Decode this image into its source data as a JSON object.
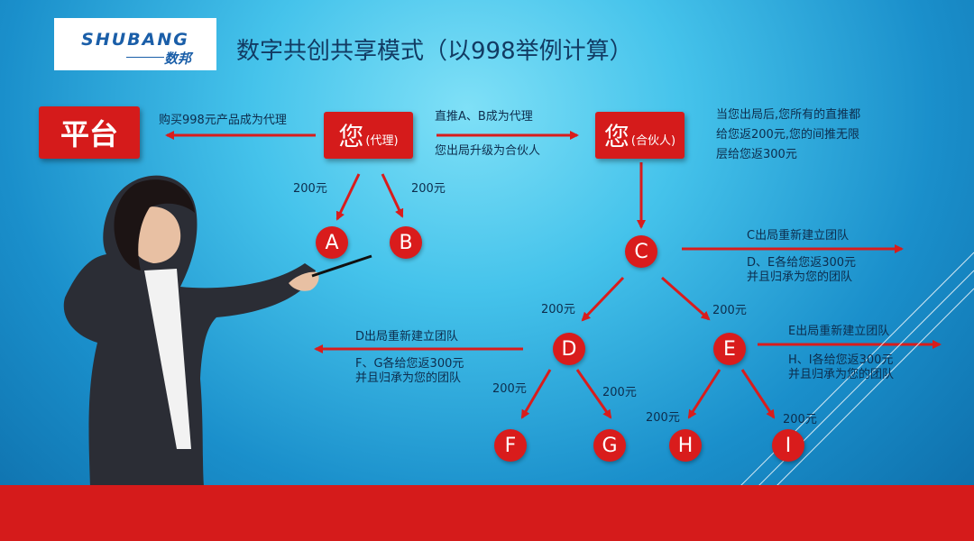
{
  "logo": {
    "en": "SHUBANG",
    "cn": "数邦"
  },
  "title": "数字共创共享模式（以998举例计算）",
  "platform": "平台",
  "you_agent": {
    "main": "您",
    "sub": "(代理)"
  },
  "you_partner": {
    "main": "您",
    "sub": "(合伙人)"
  },
  "buy_text": "购买998元产品成为代理",
  "push_text": "直推A、B成为代理",
  "upgrade_text": "您出局升级为合伙人",
  "partner_desc": [
    "当您出局后,您所有的直推都",
    "给您返200元,您的间推无限",
    "层给您返300元"
  ],
  "c_desc": {
    "line1": "C出局重新建立团队",
    "line2": "D、E各给您返300元",
    "line3": "并且归承为您的团队"
  },
  "d_desc": {
    "line1": "D出局重新建立团队",
    "line2": "F、G各给您返300元",
    "line3": "并且归承为您的团队"
  },
  "e_desc": {
    "line1": "E出局重新建立团队",
    "line2": "H、I各给您返300元",
    "line3": "并且归承为您的团队"
  },
  "nodes": {
    "A": "A",
    "B": "B",
    "C": "C",
    "D": "D",
    "E": "E",
    "F": "F",
    "G": "G",
    "H": "H",
    "I": "I"
  },
  "amount": "200元"
}
